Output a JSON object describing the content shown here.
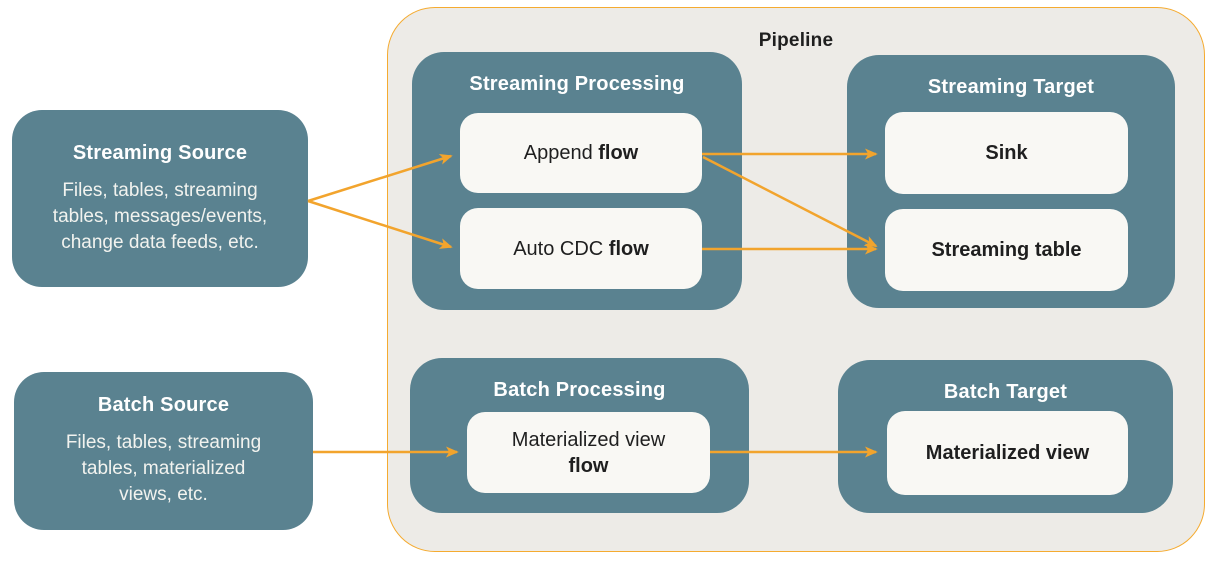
{
  "colors": {
    "teal": "#5a8290",
    "pipeline_bg": "#edebe7",
    "card_bg": "#f9f8f4",
    "arrow": "#f2a42d",
    "pipeline_border": "#f5ab30",
    "text_dark": "#1f1f1f",
    "text_light": "#ffffff",
    "body_light": "#f2f3ef",
    "page_bg": "#ffffff"
  },
  "sources": [
    {
      "title": "Streaming Source",
      "lines": [
        "Files, tables, streaming",
        "tables, messages/events,",
        "change data feeds, etc."
      ]
    },
    {
      "title": "Batch Source",
      "lines": [
        "Files, tables, streaming",
        "tables, materialized",
        "views, etc."
      ]
    }
  ],
  "pipeline": {
    "title": "Pipeline",
    "groups": [
      {
        "title": "Streaming Processing",
        "nodes": [
          {
            "regular": "Append ",
            "bold": "flow"
          },
          {
            "regular": "Auto CDC ",
            "bold": "flow"
          }
        ]
      },
      {
        "title": "Streaming Target",
        "nodes": [
          {
            "bold": "Sink"
          },
          {
            "bold": "Streaming table"
          }
        ]
      },
      {
        "title": "Batch Processing",
        "nodes": [
          {
            "regular": "Materialized view",
            "bold": "flow"
          }
        ]
      },
      {
        "title": "Batch Target",
        "nodes": [
          {
            "bold": "Materialized view"
          }
        ]
      }
    ]
  },
  "edges": [
    {
      "from": "Streaming Source",
      "to": "Append flow"
    },
    {
      "from": "Streaming Source",
      "to": "Auto CDC flow"
    },
    {
      "from": "Append flow",
      "to": "Sink"
    },
    {
      "from": "Append flow",
      "to": "Streaming table"
    },
    {
      "from": "Auto CDC flow",
      "to": "Streaming table"
    },
    {
      "from": "Batch Source",
      "to": "Materialized view flow"
    },
    {
      "from": "Materialized view flow",
      "to": "Materialized view"
    }
  ]
}
